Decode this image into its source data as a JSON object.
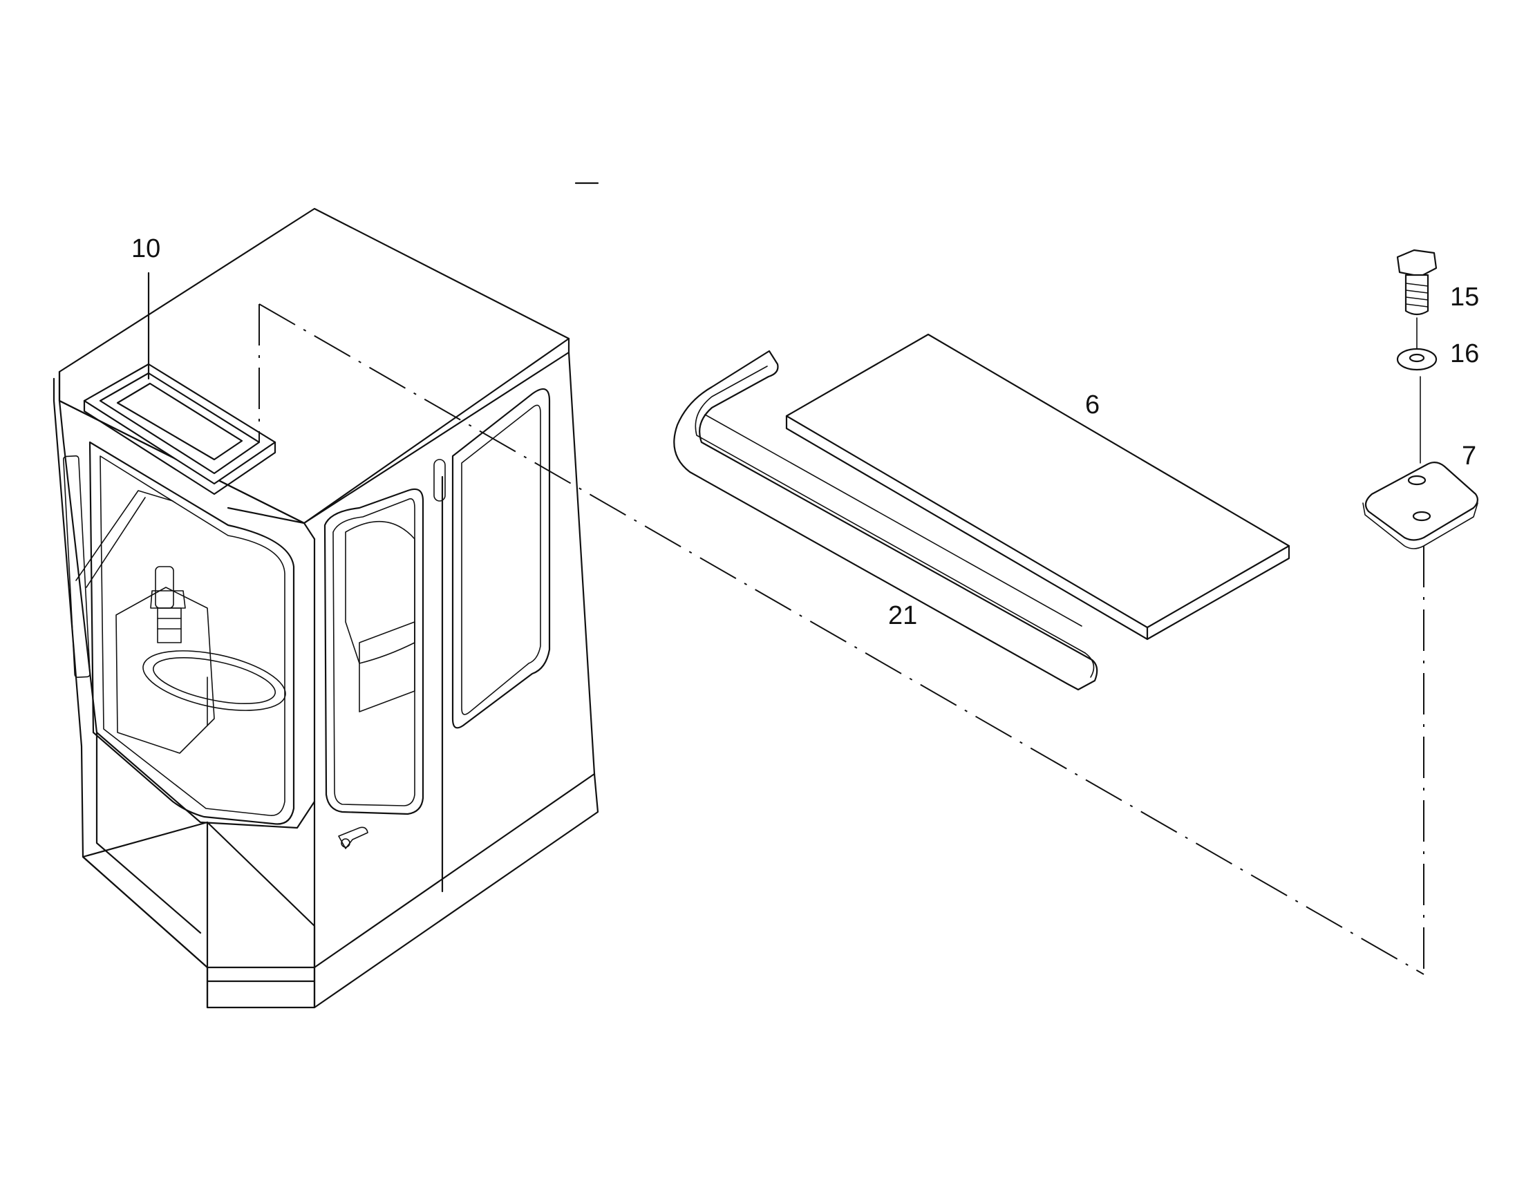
{
  "callouts": {
    "frame_seal": "10",
    "panel": "6",
    "seal_strip": "21",
    "bolt": "15",
    "washer": "16",
    "plate": "7"
  }
}
